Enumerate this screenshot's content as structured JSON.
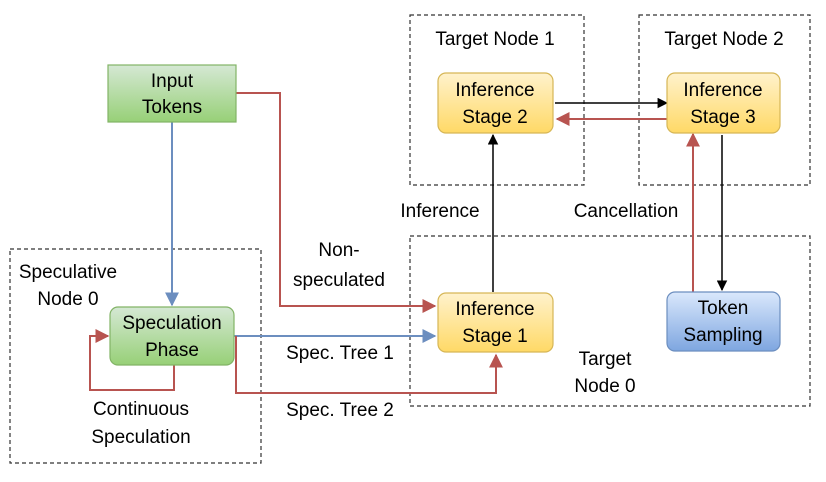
{
  "colors": {
    "red_arrow": "#b85450",
    "blue_arrow": "#6c8ebf",
    "black_arrow": "#000000",
    "green_fill": "#d5e8d4",
    "green_stroke": "#82b366",
    "yellow_fill": "#fff2cc",
    "yellow_stroke": "#d6b656",
    "blue_fill": "#dae8fc",
    "blue_stroke": "#6c8ebf",
    "region_border": "#333333"
  },
  "regions": {
    "target_node_1": {
      "label": "Target Node 1"
    },
    "target_node_2": {
      "label": "Target Node 2"
    },
    "speculative_node_0": {
      "label_line1": "Speculative",
      "label_line2": "Node 0"
    },
    "target_node_0": {
      "label_line1": "Target",
      "label_line2": "Node 0"
    }
  },
  "nodes": {
    "input_tokens": {
      "line1": "Input",
      "line2": "Tokens",
      "style": "green"
    },
    "speculation_phase": {
      "line1": "Speculation",
      "line2": "Phase",
      "style": "green"
    },
    "inference_stage_1": {
      "line1": "Inference",
      "line2": "Stage 1",
      "style": "yellow"
    },
    "inference_stage_2": {
      "line1": "Inference",
      "line2": "Stage 2",
      "style": "yellow"
    },
    "inference_stage_3": {
      "line1": "Inference",
      "line2": "Stage 3",
      "style": "yellow"
    },
    "token_sampling": {
      "line1": "Token",
      "line2": "Sampling",
      "style": "blue"
    }
  },
  "edge_labels": {
    "non_speculated_line1": "Non-",
    "non_speculated_line2": "speculated",
    "spec_tree_1": "Spec. Tree 1",
    "spec_tree_2": "Spec. Tree 2",
    "continuous_line1": "Continuous",
    "continuous_line2": "Speculation",
    "inference": "Inference",
    "cancellation": "Cancellation"
  }
}
